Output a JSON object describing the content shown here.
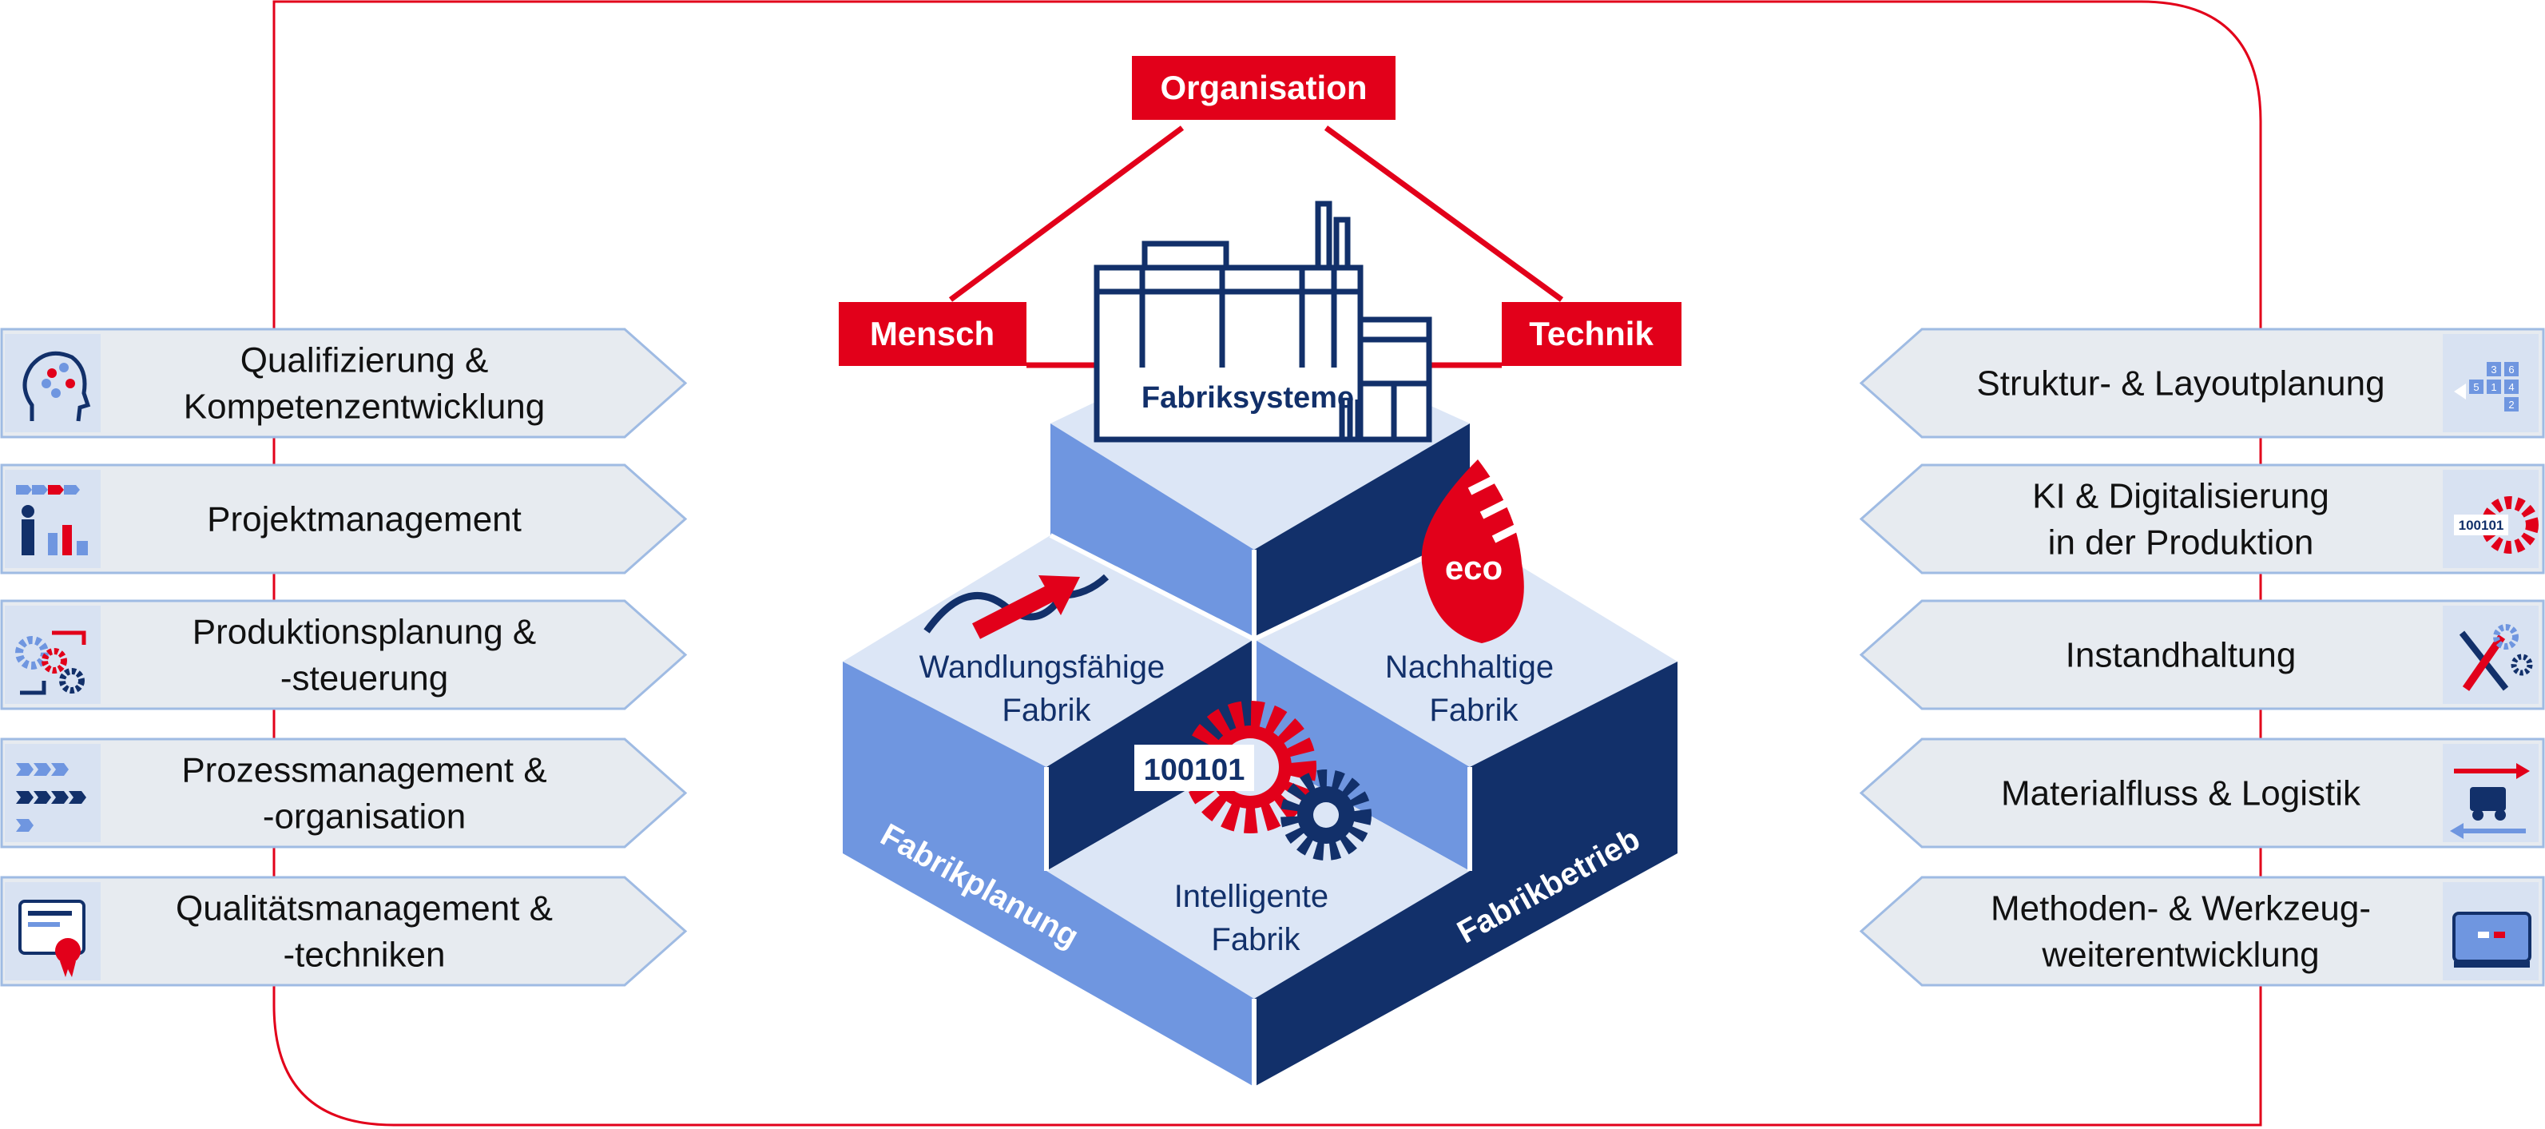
{
  "triangle": {
    "top": "Organisation",
    "left": "Mensch",
    "right": "Technik"
  },
  "factory": {
    "label": "Fabriksysteme"
  },
  "cube": {
    "top_left": [
      "Wandlungsfähige",
      "Fabrik"
    ],
    "top_right": [
      "Nachhaltige",
      "Fabrik"
    ],
    "bottom": [
      "Intelligente",
      "Fabrik"
    ],
    "side_left": "Fabrikplanung",
    "side_right": "Fabrikbetrieb",
    "eco_badge": "eco",
    "binary": "100101"
  },
  "left_items": [
    {
      "lines": [
        "Qualifizierung &",
        "Kompetenzentwicklung"
      ],
      "icon": "head-network-icon"
    },
    {
      "lines": [
        "Projektmanagement"
      ],
      "icon": "presenter-chart-icon"
    },
    {
      "lines": [
        "Produktionsplanung &",
        "-steuerung"
      ],
      "icon": "gears-cycle-icon"
    },
    {
      "lines": [
        "Prozessmanagement &",
        "-organisation"
      ],
      "icon": "process-arrows-icon"
    },
    {
      "lines": [
        "Qualitätsmanagement &",
        "-techniken"
      ],
      "icon": "qm-certificate-icon"
    }
  ],
  "right_items": [
    {
      "lines": [
        "Struktur- & Layoutplanung"
      ],
      "icon": "layout-grid-icon",
      "icon_text": [
        "3",
        "6",
        "5",
        "1",
        "4",
        "2"
      ]
    },
    {
      "lines": [
        "KI & Digitalisierung",
        "in der Produktion"
      ],
      "icon": "digital-gear-icon",
      "icon_text": "100101"
    },
    {
      "lines": [
        "Instandhaltung"
      ],
      "icon": "wrench-gear-icon"
    },
    {
      "lines": [
        "Materialfluss & Logistik"
      ],
      "icon": "logistics-cart-icon"
    },
    {
      "lines": [
        "Methoden- & Werkzeug-",
        "weiterentwicklung"
      ],
      "icon": "laptop-tool-icon"
    }
  ],
  "colors": {
    "red": "#e2001a",
    "navy": "#12306a",
    "mid_blue": "#6f96e0",
    "light_blue": "#dce6f6",
    "panel": "#e7ebf0",
    "panel_border": "#9fbbe3",
    "icon_bg": "#d8e2f2"
  }
}
